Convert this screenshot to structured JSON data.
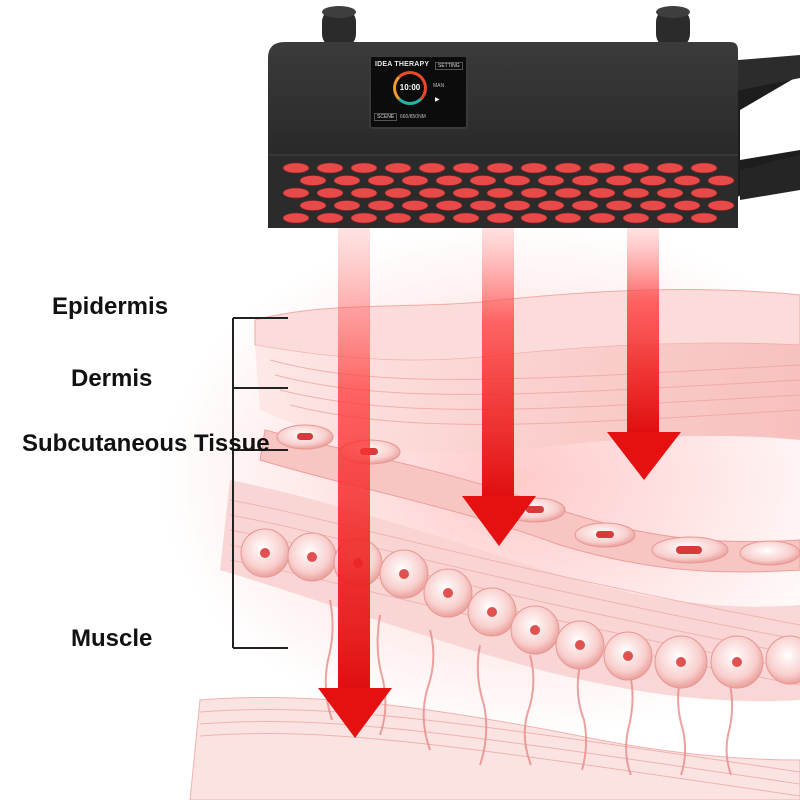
{
  "layers": {
    "epidermis": "Epidermis",
    "dermis": "Dermis",
    "subcutaneous": "Subcutaneous Tissue",
    "muscle": "Muscle"
  },
  "device": {
    "brand": "IDEA THERAPY",
    "timer": "10:00",
    "mode": "MAN",
    "setting_button": "SETTING",
    "scene_button": "SCENE",
    "wavelength": "660/850NM",
    "play_symbol": "▶"
  },
  "colors": {
    "panel": "#2a2a2a",
    "led": "#e84a4a",
    "beam": "#e41a1a",
    "tissue": "#f6c2c0",
    "bracket": "#222222"
  }
}
